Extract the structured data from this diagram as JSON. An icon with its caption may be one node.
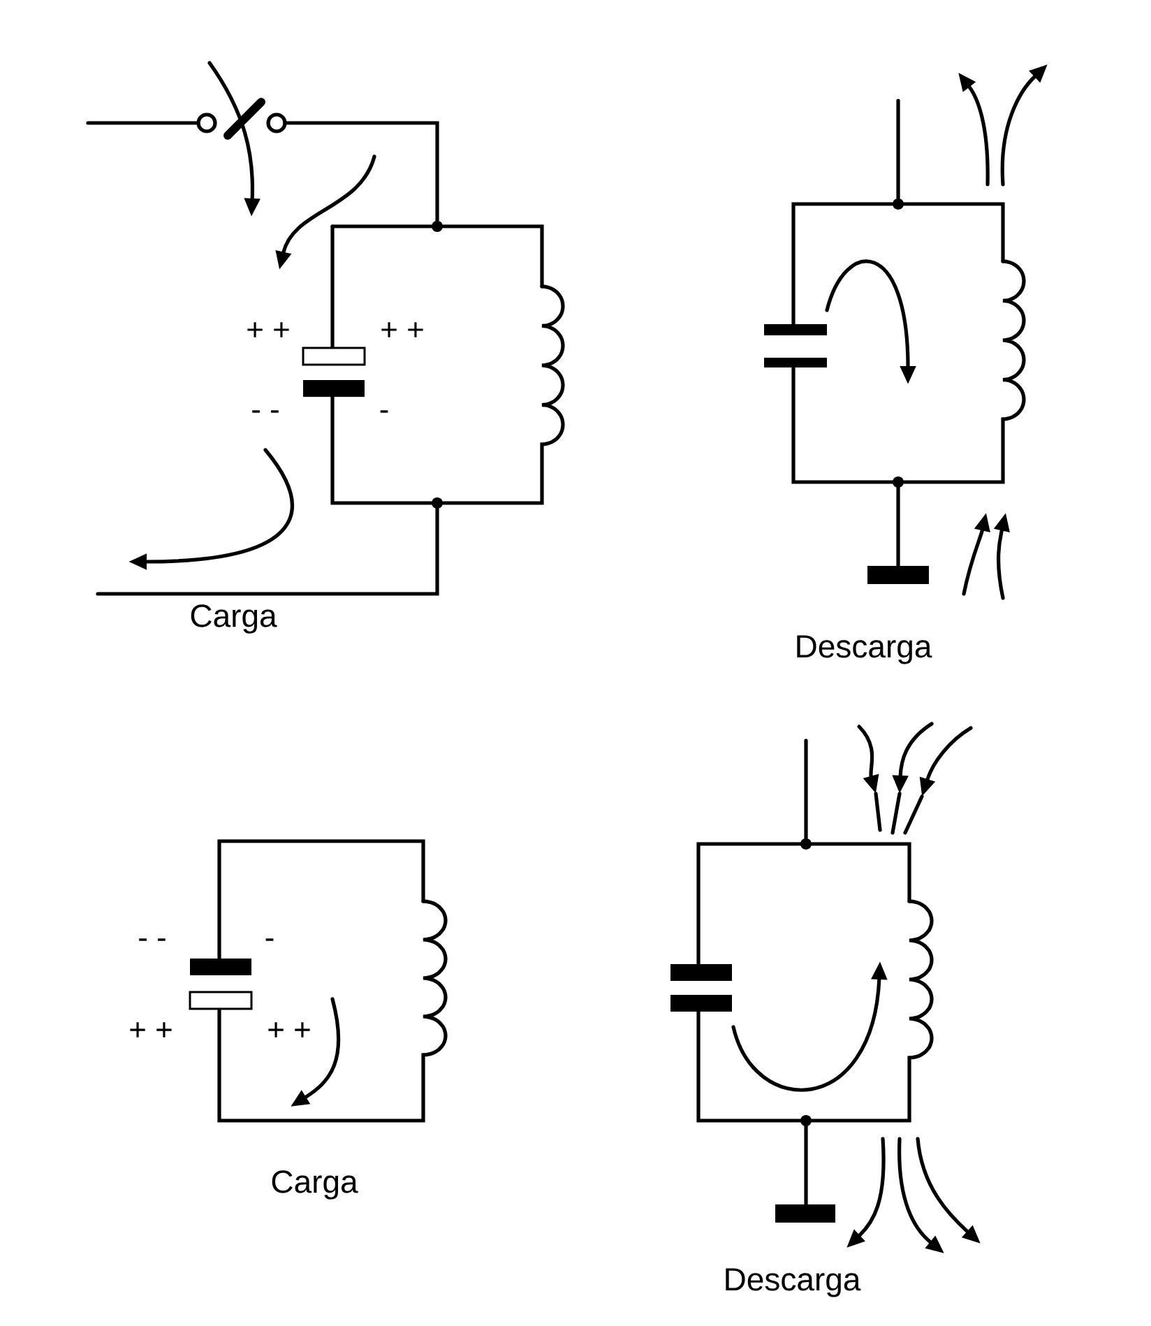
{
  "diagram": {
    "labels": [
      "+ +",
      "+ +",
      "- -",
      "-",
      "Carga",
      "Descarga",
      "- -",
      "-",
      "+ +",
      "+ +",
      "Carga",
      "Descarga"
    ]
  }
}
